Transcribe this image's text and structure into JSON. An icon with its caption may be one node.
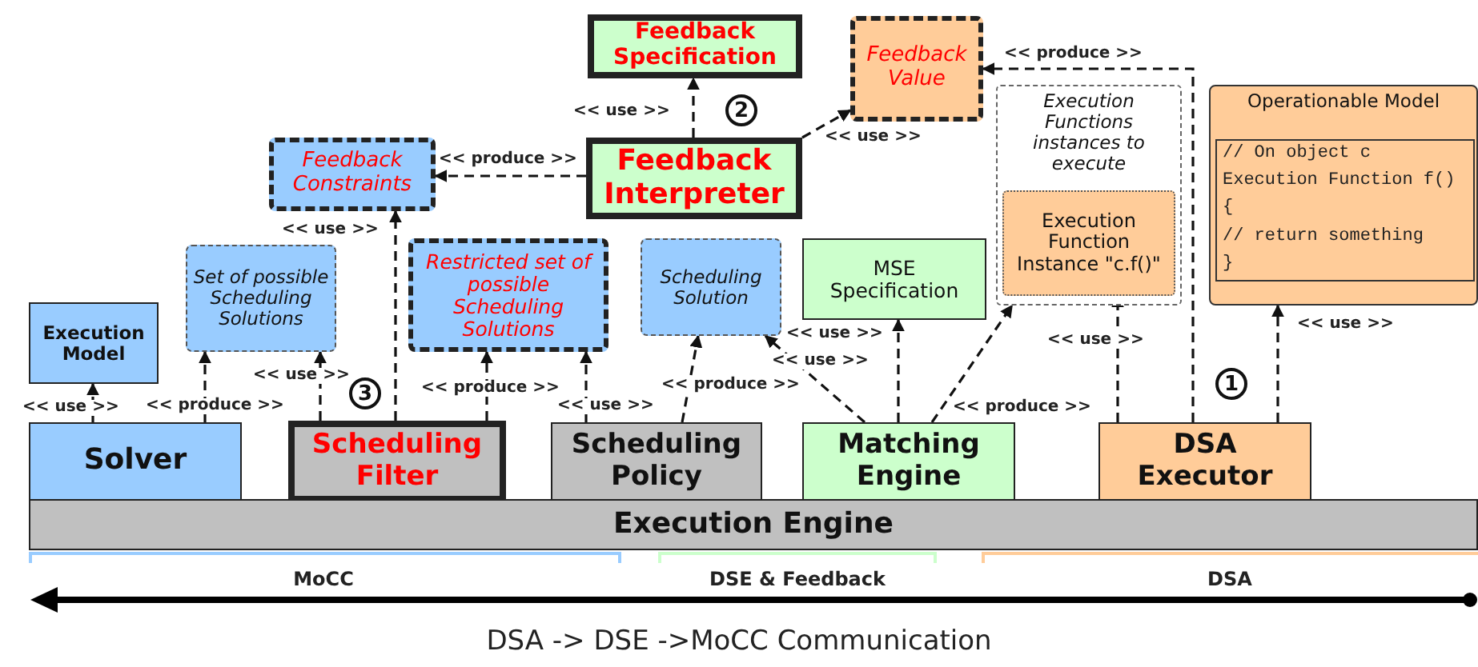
{
  "diagram": {
    "caption": "DSA -> DSE ->MoCC Communication",
    "nodes": [
      {
        "text": [
          "Feedback Specification"
        ]
      },
      {
        "text": [
          "Feedback Value"
        ]
      },
      {
        "text": [
          "Feedback Constraints"
        ]
      },
      {
        "text": [
          "Feedback Interpreter"
        ]
      },
      {
        "text": [
          "Execution Functions instances to execute"
        ]
      },
      {
        "text": [
          "Execution Function Instance \"c.f()\""
        ],
        "in": 4
      },
      {
        "text": [
          "Operationable Model"
        ]
      },
      {
        "text": [
          "// On object c",
          "Execution Function f()",
          "{",
          "// return something",
          "}"
        ],
        "in": 6
      },
      {
        "text": [
          "Set of possible Scheduling Solutions"
        ]
      },
      {
        "text": [
          "Restricted set of possible Scheduling Solutions"
        ]
      },
      {
        "text": [
          "Scheduling Solution"
        ]
      },
      {
        "text": [
          "MSE Specification"
        ]
      },
      {
        "text": [
          "Execution Model"
        ]
      },
      {
        "text": [
          "Solver"
        ]
      },
      {
        "text": [
          "Scheduling Filter"
        ]
      },
      {
        "text": [
          "Scheduling Policy"
        ]
      },
      {
        "text": [
          "Matching Engine"
        ]
      },
      {
        "text": [
          "DSA Executor"
        ]
      },
      {
        "text": [
          "Execution Engine"
        ]
      }
    ],
    "edges": [
      {
        "from": 3,
        "to": 0,
        "arrow": "to",
        "label": "<< use >>",
        "style": "dashed"
      },
      {
        "from": 3,
        "to": 1,
        "arrow": "to",
        "label": "<< use >>",
        "style": "dashed"
      },
      {
        "from": 3,
        "to": 2,
        "arrow": "to",
        "label": "<< produce >>",
        "style": "dashed"
      },
      {
        "from": 17,
        "to": 1,
        "arrow": "to",
        "label": "<< produce >>",
        "style": "dashed"
      },
      {
        "from": 13,
        "to": 12,
        "arrow": "to",
        "label": "<< use >>",
        "style": "dashed"
      },
      {
        "from": 13,
        "to": 8,
        "arrow": "to",
        "label": "<< produce >>",
        "style": "dashed"
      },
      {
        "from": 14,
        "to": 8,
        "arrow": "to",
        "label": "<< use >>",
        "style": "dashed"
      },
      {
        "from": 14,
        "to": 2,
        "arrow": "to",
        "label": "<< use >>",
        "style": "dashed"
      },
      {
        "from": 14,
        "to": 9,
        "arrow": "to",
        "label": "<< produce >>",
        "style": "dashed"
      },
      {
        "from": 15,
        "to": 9,
        "arrow": "to",
        "label": "<< use >>",
        "style": "dashed"
      },
      {
        "from": 15,
        "to": 10,
        "arrow": "to",
        "label": "<< produce >>",
        "style": "dashed"
      },
      {
        "from": 16,
        "to": 10,
        "arrow": "to",
        "label": "<< use >>",
        "style": "dashed"
      },
      {
        "from": 16,
        "to": 11,
        "arrow": "to",
        "label": "<< use >>",
        "style": "dashed"
      },
      {
        "from": 16,
        "to": 4,
        "arrow": "to",
        "label": "<< produce >>",
        "style": "dashed"
      },
      {
        "from": 17,
        "to": 5,
        "arrow": "to",
        "label": "<< use >>",
        "style": "dashed"
      },
      {
        "from": 17,
        "to": 6,
        "arrow": "to",
        "label": "<< use >>",
        "style": "dashed"
      }
    ],
    "labels": [
      "2",
      "3",
      "1",
      "MoCC",
      "DSE & Feedback",
      "DSA"
    ]
  }
}
